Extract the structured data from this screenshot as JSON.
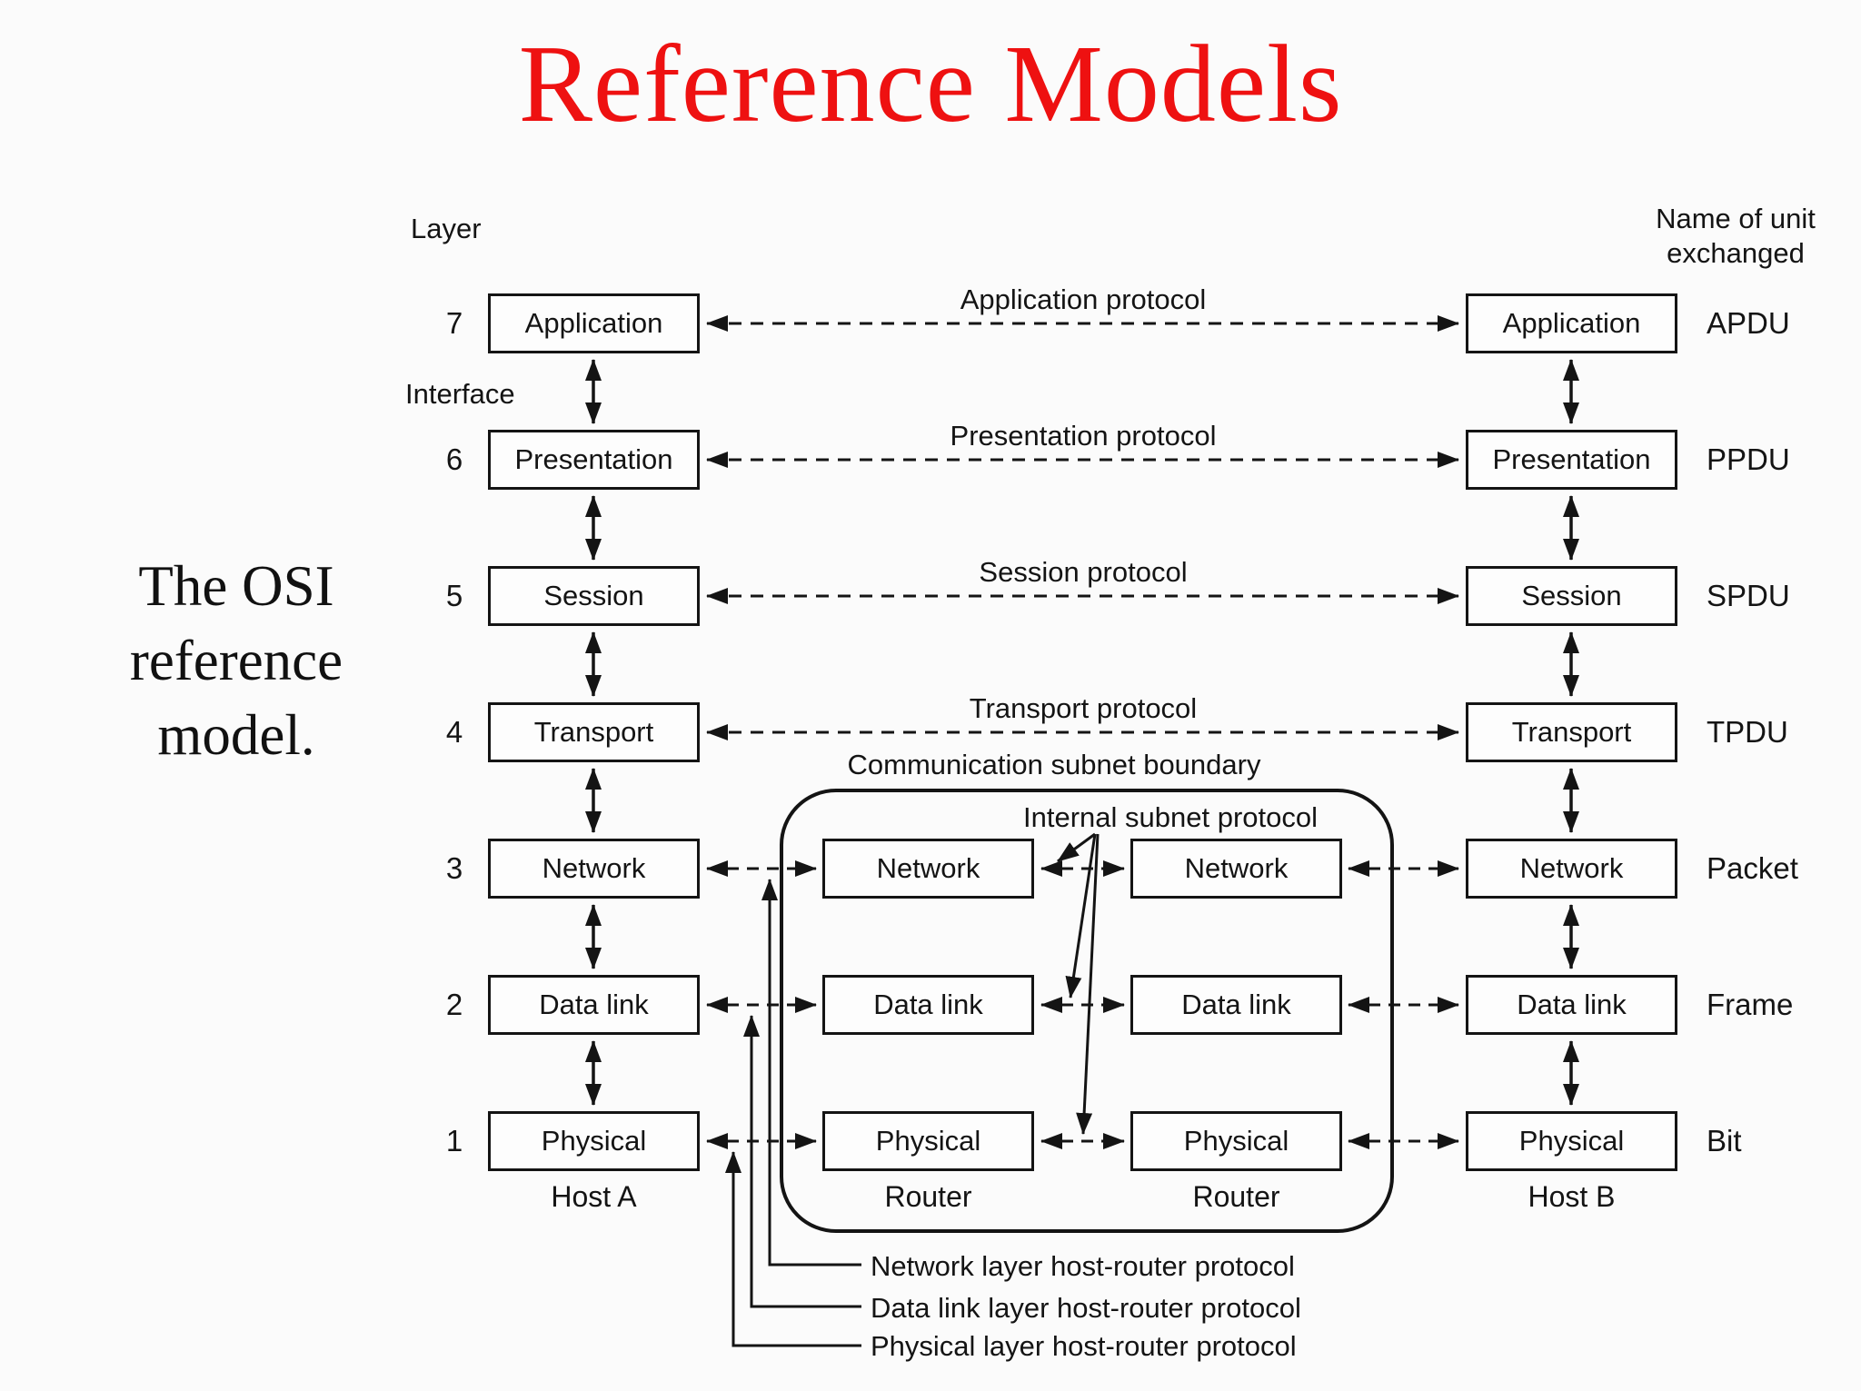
{
  "title": "Reference Models",
  "side_caption": {
    "lines": [
      "The OSI",
      "reference",
      "model."
    ]
  },
  "headers": {
    "layer": "Layer",
    "interface": "Interface",
    "unit_line1": "Name of unit",
    "unit_line2": "exchanged"
  },
  "layers": [
    {
      "num": "7",
      "name": "Application",
      "protocol": "Application protocol",
      "unit": "APDU"
    },
    {
      "num": "6",
      "name": "Presentation",
      "protocol": "Presentation protocol",
      "unit": "PPDU"
    },
    {
      "num": "5",
      "name": "Session",
      "protocol": "Session protocol",
      "unit": "SPDU"
    },
    {
      "num": "4",
      "name": "Transport",
      "protocol": "Transport protocol",
      "unit": "TPDU"
    },
    {
      "num": "3",
      "name": "Network",
      "protocol": "",
      "unit": "Packet"
    },
    {
      "num": "2",
      "name": "Data link",
      "protocol": "",
      "unit": "Frame"
    },
    {
      "num": "1",
      "name": "Physical",
      "protocol": "",
      "unit": "Bit"
    }
  ],
  "routers": {
    "label": "Router",
    "layers": [
      "Network",
      "Data link",
      "Physical"
    ]
  },
  "hosts": {
    "a": "Host A",
    "b": "Host B"
  },
  "annotations": {
    "subnet_boundary": "Communication subnet boundary",
    "internal_subnet": "Internal subnet protocol",
    "host_router_protocols": [
      "Network layer host-router protocol",
      "Data link layer host-router protocol",
      "Physical layer host-router protocol"
    ]
  },
  "colors": {
    "title": "#ee1111",
    "line": "#141414",
    "background": "#fbfbfb"
  }
}
